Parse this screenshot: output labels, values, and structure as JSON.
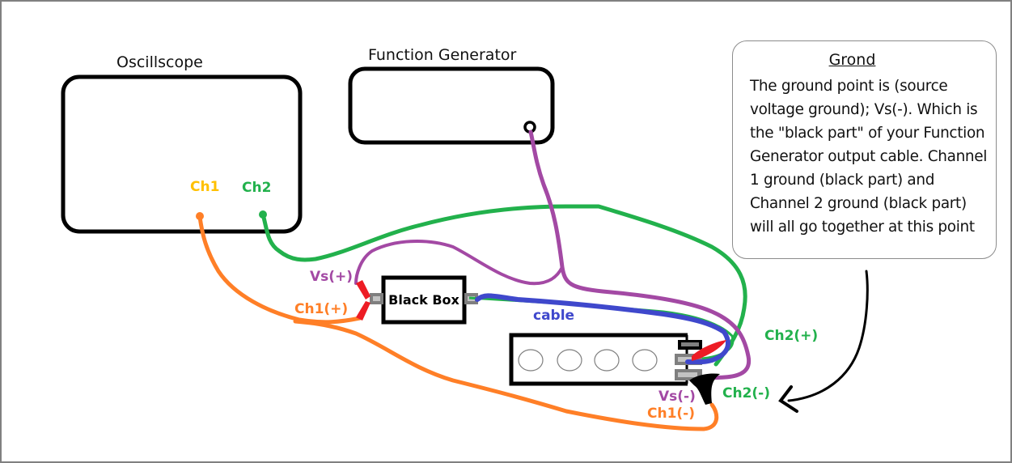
{
  "devices": {
    "oscilloscope": {
      "title": "Oscillscope",
      "ch1_label": "Ch1",
      "ch2_label": "Ch2"
    },
    "function_generator": {
      "title": "Function Generator"
    },
    "black_box": {
      "label": "Black Box"
    }
  },
  "connection_labels": {
    "vs_plus": "Vs(+)",
    "ch1_plus": "Ch1(+)",
    "cable": "cable",
    "ch2_plus": "Ch2(+)",
    "vs_minus": "Vs(-)",
    "ch2_minus": "Ch2(-)",
    "ch1_minus": "Ch1(-)"
  },
  "note": {
    "title": "Grond",
    "body": "The ground point is (source voltage ground); Vs(-).  Which is the \"black part\" of your Function Generator output cable.  Channel 1 ground (black part) and Channel 2 ground (black part) will all go together at this point"
  },
  "colors": {
    "ch1_label": "#ffc000",
    "ch1_wire": "#ff7f27",
    "ch2": "#22b14c",
    "vs": "#a349a4",
    "cable": "#3f48cc",
    "clip_red": "#ed1c24",
    "ground": "#000000",
    "connector": "#7f7f7f"
  }
}
